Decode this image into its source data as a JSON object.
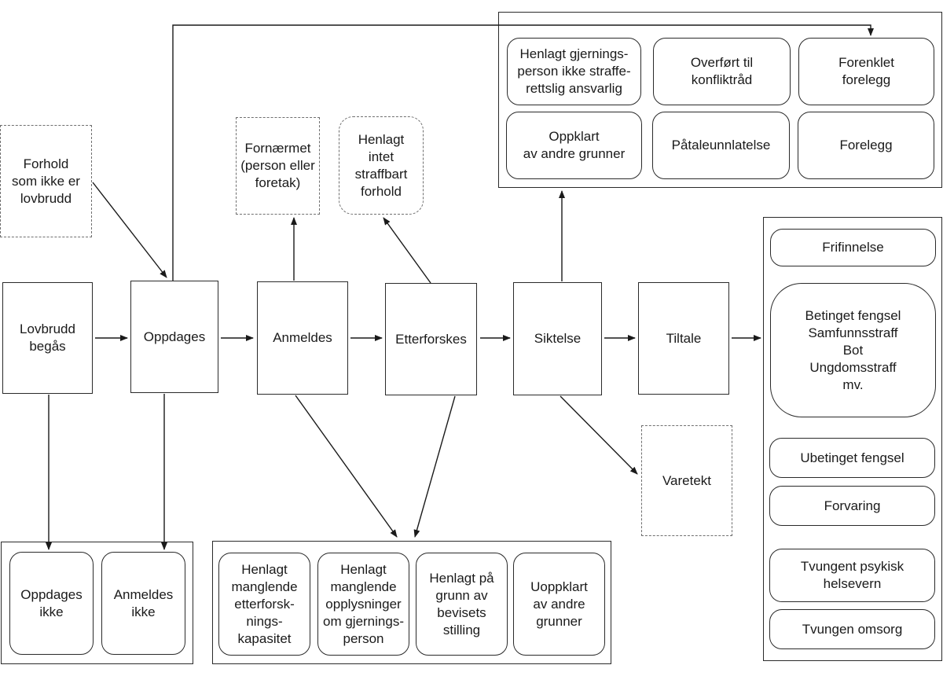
{
  "steps": {
    "lovbrudd": "Lovbrudd\nbegås",
    "oppdages": "Oppdages",
    "anmeldes": "Anmeldes",
    "etterforskes": "Etterforskes",
    "siktelse": "Siktelse",
    "tiltale": "Tiltale"
  },
  "side": {
    "forhold": "Forhold\nsom ikke er\nlovbrudd",
    "fornaermet": "Fornærmet\n(person eller\nforetak)",
    "henlagt_intet": "Henlagt\nintet\nstraffbart\nforhold",
    "varetekt": "Varetekt"
  },
  "bottom_left": {
    "oppdages_ikke": "Oppdages\nikke",
    "anmeldes_ikke": "Anmeldes\nikke"
  },
  "bottom_mid": {
    "kapasitet": "Henlagt\nmanglende\netterforsk-\nnings-\nkapasitet",
    "opplysninger": "Henlagt\nmanglende\nopplysninger\nom gjernings-\nperson",
    "bevisets": "Henlagt på\ngrunn av\nbevisets\nstilling",
    "uoppklart": "Uoppklart\nav andre\ngrunner"
  },
  "top_right": {
    "ikke_ansvarlig": "Henlagt gjernings-\nperson ikke straffe-\nrettslig ansvarlig",
    "konfliktrad": "Overført til\nkonfliktråd",
    "forenklet": "Forenklet\nforelegg",
    "oppklart_andre": "Oppklart\nav andre grunner",
    "pataleunnlatelse": "Påtaleunnlatelse",
    "forelegg": "Forelegg"
  },
  "right": {
    "frifinnelse": "Frifinnelse",
    "betinget": "Betinget fengsel\nSamfunnsstraff\nBot\nUngdomsstraff\nmv.",
    "ubetinget": "Ubetinget fengsel",
    "forvaring": "Forvaring",
    "psykisk": "Tvungent psykisk\nhelsevern",
    "omsorg": "Tvungen omsorg"
  },
  "colors": {
    "line": "#1a1a1a",
    "dashed_border": "#6f6f6f"
  }
}
